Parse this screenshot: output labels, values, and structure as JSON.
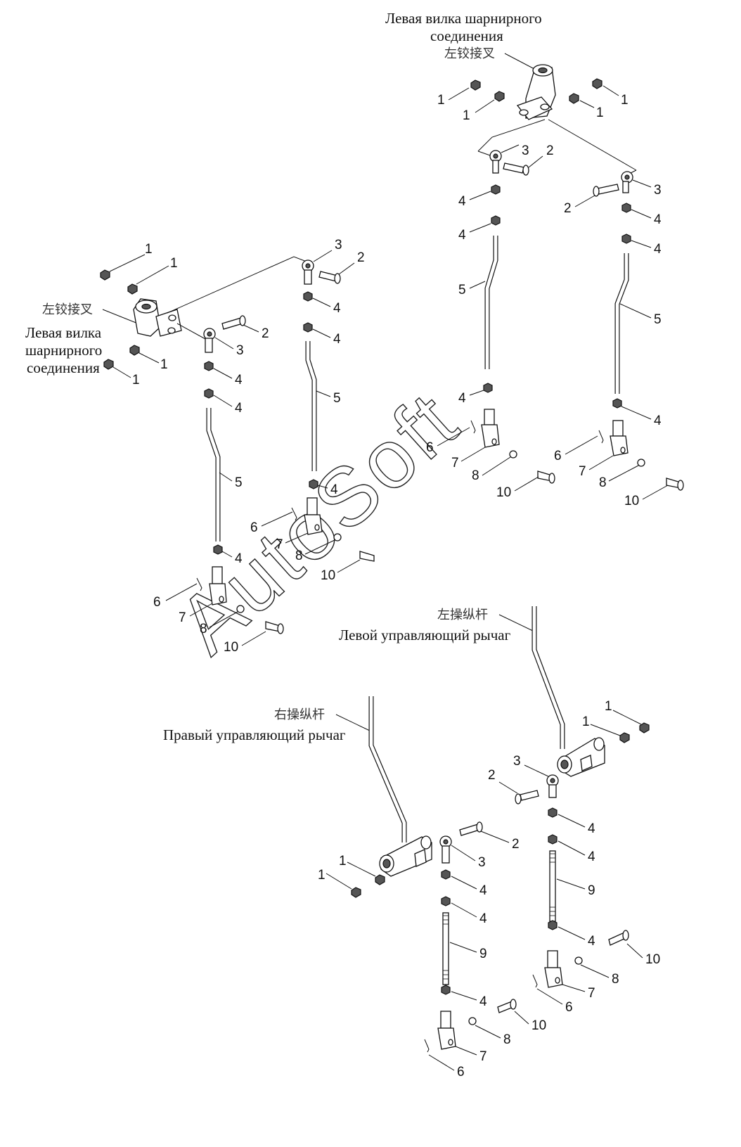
{
  "captions": {
    "left_yoke_ru_top_1": "Левая вилка шарнирного",
    "left_yoke_ru_top_2": "соединения",
    "left_yoke_cn": "左铰接叉",
    "left_yoke_ru_mid_1": "Левая вилка",
    "left_yoke_ru_mid_2": "шарнирного",
    "left_yoke_ru_mid_3": "соединения",
    "left_lever_cn": "左操纵杆",
    "left_lever_ru": "Левой управляющий рычаг",
    "right_lever_cn": "右操纵杆",
    "right_lever_ru": "Правый управляющий рычаг"
  },
  "watermark": "AutoSoft",
  "callouts": {
    "n1": "1",
    "n2": "2",
    "n3": "3",
    "n4": "4",
    "n5": "5",
    "n6": "6",
    "n7": "7",
    "n8": "8",
    "n9": "9",
    "n10": "10"
  },
  "colors": {
    "ink": "#111111",
    "background": "#ffffff"
  }
}
